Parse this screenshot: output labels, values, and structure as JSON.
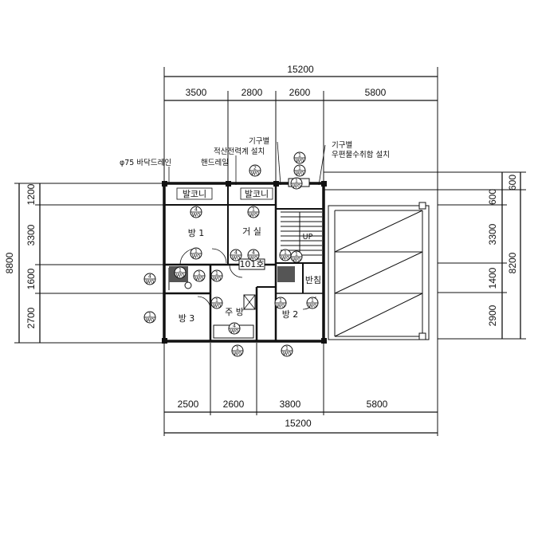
{
  "dims": {
    "top_total": "15200",
    "top_segments": [
      "3500",
      "2800",
      "2600",
      "5800"
    ],
    "bottom_segments": [
      "2500",
      "2600",
      "3800",
      "5800"
    ],
    "bottom_total": "15200",
    "left_total": "8800",
    "left_segments": [
      "1200",
      "3300",
      "1600",
      "2700"
    ],
    "right_segments": [
      "600",
      "3300",
      "1400",
      "2900"
    ],
    "right_total_a": "600",
    "right_total_b": "8200"
  },
  "notes": {
    "drain": "φ75 바닥드레인",
    "meter": "적산전력계 설치",
    "sprinkler_left": "기구별",
    "rainwater_head": "기구별",
    "rainwater": "우편물수취함 설치",
    "handrail": "핸드레일"
  },
  "rooms": {
    "balcony_left": "발코니",
    "balcony_right": "발코니",
    "room1": "방 1",
    "living": "거 실",
    "unit": "101호",
    "room3": "방 3",
    "kitchen": "주 방",
    "room2": "방 2",
    "storage": "반침"
  },
  "markers": [
    {
      "top": "4",
      "bottom": "W0"
    },
    {
      "top": "1",
      "bottom": "W0"
    },
    {
      "top": "2",
      "bottom": "W0"
    },
    {
      "top": "1",
      "bottom": "W0"
    },
    {
      "top": "1",
      "bottom": "W0"
    },
    {
      "top": "1",
      "bottom": "W0"
    },
    {
      "top": "4",
      "bottom": "W0"
    },
    {
      "top": "4",
      "bottom": "W0"
    },
    {
      "top": "1",
      "bottom": "W0"
    },
    {
      "top": "4",
      "bottom": "W0"
    },
    {
      "top": "1",
      "bottom": "W0"
    },
    {
      "top": "1",
      "bottom": "W0"
    },
    {
      "top": "1",
      "bottom": "W0"
    },
    {
      "top": "1",
      "bottom": "W0"
    },
    {
      "top": "1",
      "bottom": "W0"
    },
    {
      "top": "4",
      "bottom": "W0"
    },
    {
      "top": "1",
      "bottom": "W0"
    },
    {
      "top": "1",
      "bottom": "W0"
    },
    {
      "top": "1",
      "bottom": "W0"
    },
    {
      "top": "1",
      "bottom": "W0"
    },
    {
      "top": "1",
      "bottom": "W0"
    },
    {
      "top": "1",
      "bottom": "W0"
    }
  ],
  "stair_mark": "UP"
}
